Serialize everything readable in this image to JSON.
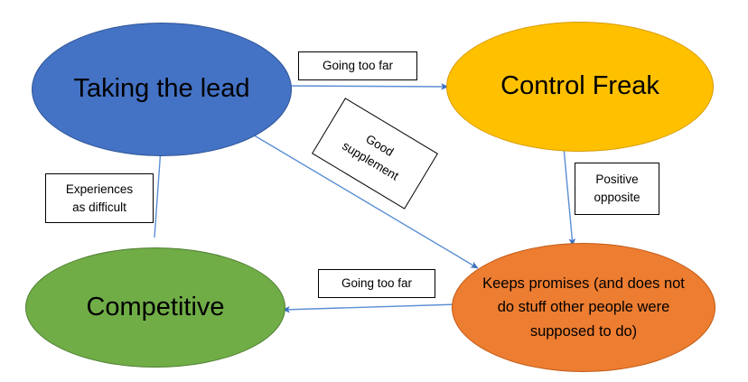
{
  "diagram": {
    "title": "Taking the lead - Control Freak - Competitive - Keeps promises cycle",
    "type": "cycle-diagram",
    "background": "#FFFFFF",
    "nodes": [
      {
        "id": "taking-the-lead",
        "label": "Taking the lead",
        "color": "#4472C4",
        "border_color": "#2F5597",
        "text_color": "#000000",
        "shape": "ellipse"
      },
      {
        "id": "control-freak",
        "label": "Control Freak",
        "color": "#FFC000",
        "border_color": "#D79B00",
        "text_color": "#000000",
        "shape": "ellipse"
      },
      {
        "id": "competitive",
        "label": "Competitive",
        "color": "#70AD47",
        "border_color": "#507E32",
        "text_color": "#000000",
        "shape": "ellipse"
      },
      {
        "id": "keeps-promises",
        "label": "Keeps promises (and does not\ndo stuff other people were\nsupposed to do)",
        "color": "#ED7D31",
        "border_color": "#C15A15",
        "text_color": "#000000",
        "shape": "ellipse"
      }
    ],
    "edge_labels": [
      {
        "id": "going-too-far-top",
        "text": "Going too far",
        "from": "taking-the-lead",
        "to": "control-freak",
        "rotation": 0
      },
      {
        "id": "good-supplement",
        "text": "Good\nsupplement",
        "from": "taking-the-lead",
        "to": "keeps-promises",
        "rotation": 31
      },
      {
        "id": "positive-opposite",
        "text": "Positive\nopposite",
        "from": "control-freak",
        "to": "keeps-promises",
        "rotation": 0
      },
      {
        "id": "going-too-far-bottom",
        "text": "Going too far",
        "from": "keeps-promises",
        "to": "competitive",
        "rotation": 0
      },
      {
        "id": "experiences-as-difficult",
        "text": "Experiences\nas difficult",
        "from": "competitive",
        "to": "taking-the-lead",
        "rotation": 0
      }
    ],
    "arrows": [
      {
        "id": "arrow-lead-to-freak",
        "from": "taking-the-lead",
        "to": "control-freak",
        "color": "#5B8FD4",
        "direction": "right"
      },
      {
        "id": "arrow-lead-to-promises",
        "from": "taking-the-lead",
        "to": "keeps-promises",
        "color": "#5B8FD4",
        "direction": "down-right"
      },
      {
        "id": "arrow-freak-to-promises",
        "from": "control-freak",
        "to": "keeps-promises",
        "color": "#5B8FD4",
        "direction": "down"
      },
      {
        "id": "arrow-promises-to-competitive",
        "from": "keeps-promises",
        "to": "competitive",
        "color": "#5B8FD4",
        "direction": "left"
      },
      {
        "id": "arrow-competitive-to-lead",
        "from": "competitive",
        "to": "taking-the-lead",
        "color": "#5B8FD4",
        "direction": "up"
      }
    ],
    "spellcheck_underlines": {
      "color": "#FF0000",
      "style": "wavy"
    }
  }
}
